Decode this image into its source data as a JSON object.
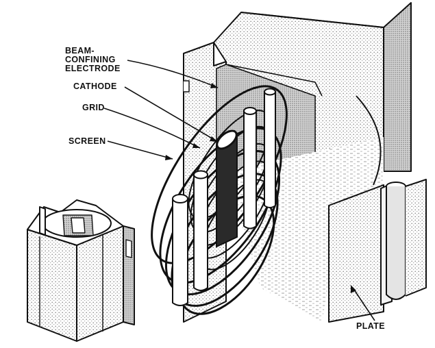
{
  "labels": {
    "beam_line1": "BEAM-",
    "beam_line2": "CONFINING",
    "beam_line3": "ELECTRODE",
    "cathode": "CATHODE",
    "grid": "GRID",
    "screen": "SCREEN",
    "plate": "PLATE"
  },
  "colors": {
    "ink": "#111111",
    "paper": "#ffffff",
    "stipple": "#9a9a9a",
    "shade": "#d8d8d8"
  }
}
